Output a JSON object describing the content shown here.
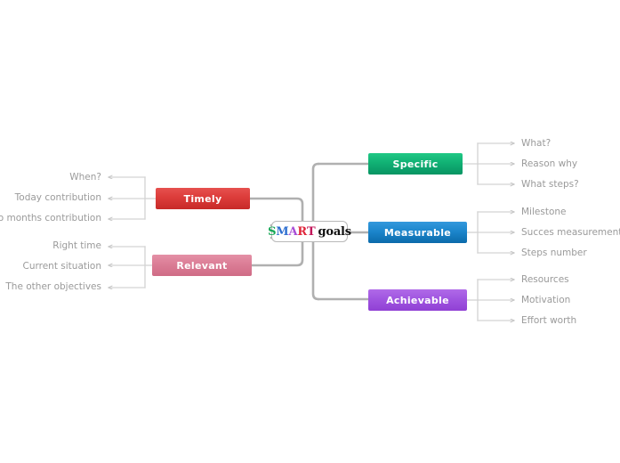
{
  "diagram": {
    "title": "SMART goals mind map",
    "center": {
      "letters": [
        {
          "char": "S",
          "color": "#17a857"
        },
        {
          "char": "M",
          "color": "#2f6fd0"
        },
        {
          "char": "A",
          "color": "#a94fd6"
        },
        {
          "char": "R",
          "color": "#e0263a"
        },
        {
          "char": "T",
          "color": "#c2185b"
        }
      ],
      "suffix": "goals"
    },
    "branches": [
      {
        "id": "specific",
        "label": "Specific",
        "side": "right",
        "color": "#11b174",
        "leaves": [
          "What?",
          "Reason why",
          "What steps?"
        ]
      },
      {
        "id": "measurable",
        "label": "Measurable",
        "side": "right",
        "color": "#1c86cc",
        "leaves": [
          "Milestone",
          "Succes measurement",
          "Steps number"
        ]
      },
      {
        "id": "achievable",
        "label": "Achievable",
        "side": "right",
        "color": "#a055e0",
        "leaves": [
          "Resources",
          "Motivation",
          "Effort worth"
        ]
      },
      {
        "id": "timely",
        "label": "Timely",
        "side": "left",
        "color": "#dc3c3a",
        "leaves": [
          "When?",
          "Today contribution",
          "Two months contribution"
        ]
      },
      {
        "id": "relevant",
        "label": "Relevant",
        "side": "left",
        "color": "#db7d96",
        "leaves": [
          "Right time",
          "Current situation",
          "The other objectives"
        ]
      }
    ],
    "colors": {
      "background": "#ffffff",
      "trunk_line": "#b0b0b0",
      "leaf_line": "#d0d0d0",
      "leaf_text": "#9a9a9a",
      "center_border": "#b9b9b9"
    }
  }
}
